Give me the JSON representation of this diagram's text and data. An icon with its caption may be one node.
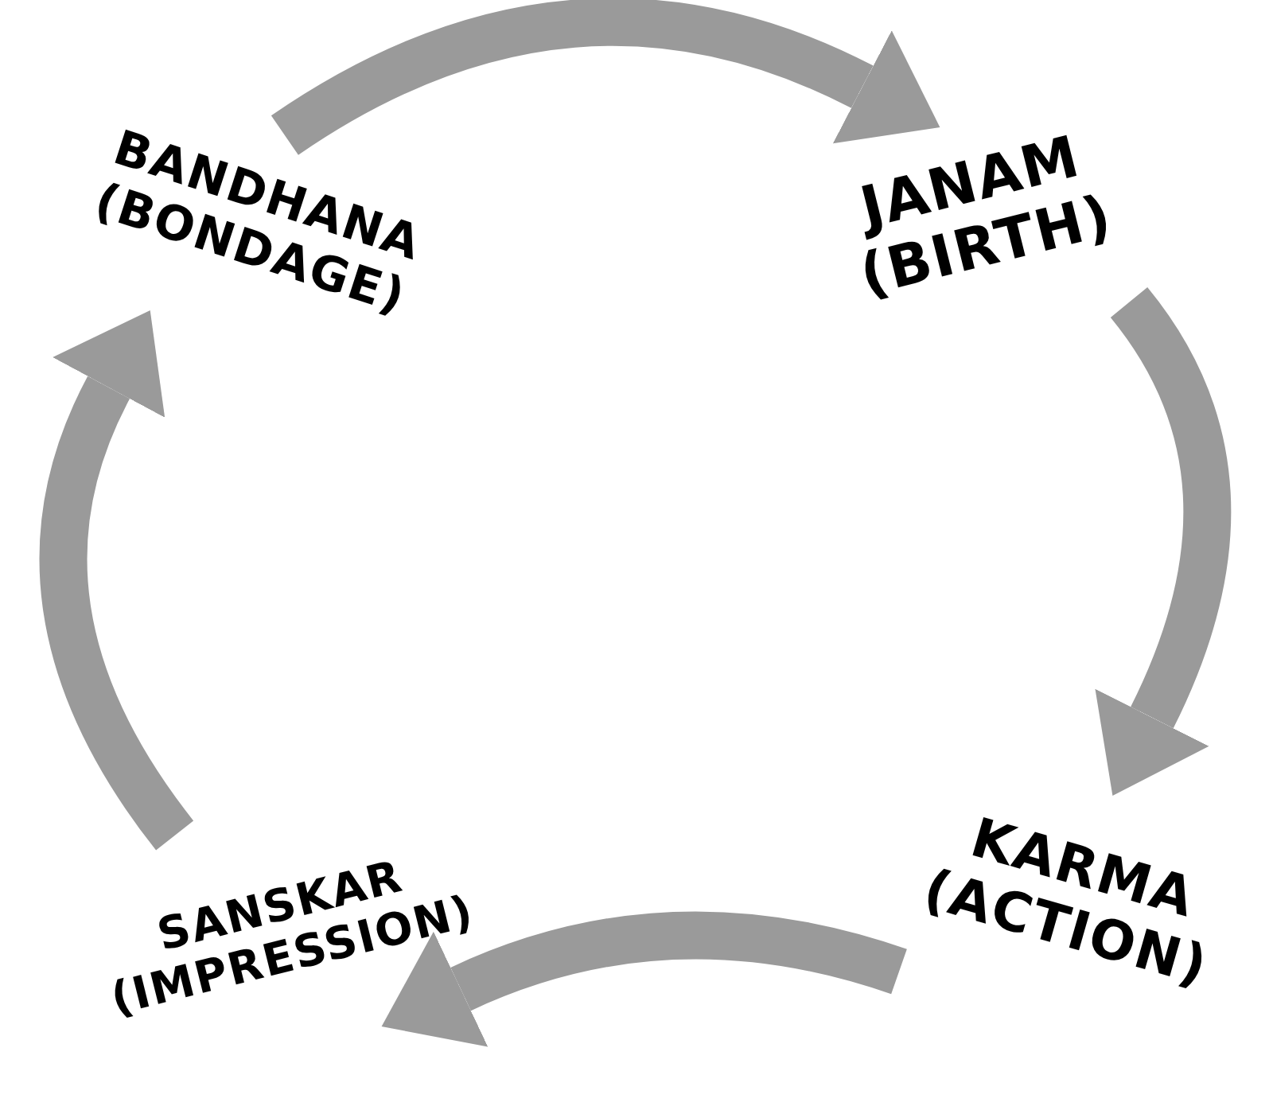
{
  "diagram": {
    "nodes": [
      {
        "text": [
          "BANDHANA (BONDAGE)"
        ]
      },
      {
        "text": [
          "JANAM (BIRTH)"
        ]
      },
      {
        "text": [
          "KARMA (ACTION)"
        ]
      },
      {
        "text": [
          "SANSKAR (IMPRESSION)"
        ]
      }
    ],
    "edges": [
      {
        "from": 0,
        "to": 1,
        "arrow": "to"
      },
      {
        "from": 1,
        "to": 2,
        "arrow": "to"
      },
      {
        "from": 2,
        "to": 3,
        "arrow": "to"
      },
      {
        "from": 3,
        "to": 0,
        "arrow": "to"
      }
    ]
  }
}
